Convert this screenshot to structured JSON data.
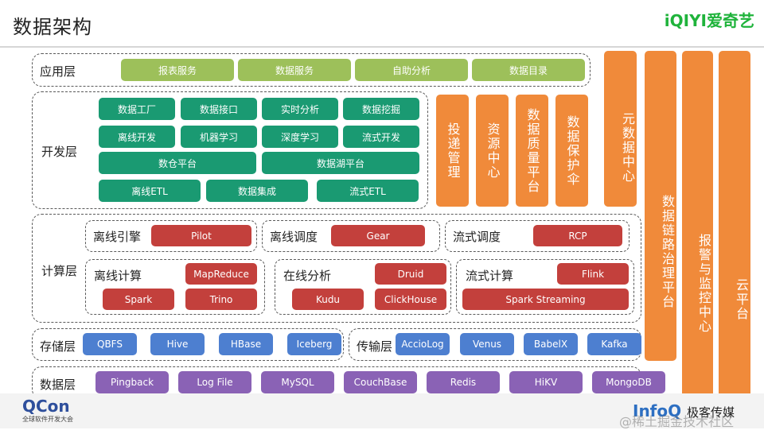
{
  "title": "数据架构",
  "logo": "iQIYI爱奇艺",
  "footer": {
    "qcon": "QCon",
    "qcon_sub": "全球软件开发大会",
    "infoq": "InfoQ",
    "jike": "极客传媒",
    "watermark": "@稀土掘金技术社区"
  },
  "layers": {
    "app": {
      "label": "应用层",
      "items": [
        "报表服务",
        "数据服务",
        "自助分析",
        "数据目录"
      ]
    },
    "dev": {
      "label": "开发层",
      "row1": [
        "数据工厂",
        "数据接口",
        "实时分析",
        "数据挖掘"
      ],
      "row2": [
        "离线开发",
        "机器学习",
        "深度学习",
        "流式开发"
      ],
      "row3": [
        "数仓平台",
        "数据湖平台"
      ],
      "row4": [
        "离线ETL",
        "数据集成",
        "流式ETL"
      ]
    },
    "compute": {
      "label": "计算层",
      "offline_engine": {
        "label": "离线引擎",
        "item": "Pilot"
      },
      "offline_schedule": {
        "label": "离线调度",
        "item": "Gear"
      },
      "stream_schedule": {
        "label": "流式调度",
        "item": "RCP"
      },
      "offline_compute": {
        "label": "离线计算",
        "items": [
          "MapReduce",
          "Spark",
          "Trino"
        ]
      },
      "online_analysis": {
        "label": "在线分析",
        "items": [
          "Druid",
          "Kudu",
          "ClickHouse"
        ]
      },
      "stream_compute": {
        "label": "流式计算",
        "items": [
          "Flink",
          "Spark Streaming"
        ]
      }
    },
    "storage": {
      "label": "存储层",
      "items": [
        "QBFS",
        "Hive",
        "HBase",
        "Iceberg"
      ]
    },
    "transport": {
      "label": "传输层",
      "items": [
        "AccioLog",
        "Venus",
        "BabelX",
        "Kafka"
      ]
    },
    "data": {
      "label": "数据层",
      "items": [
        "Pingback",
        "Log File",
        "MySQL",
        "CouchBase",
        "Redis",
        "HiKV",
        "MongoDB"
      ]
    }
  },
  "side_inner": [
    "投递管理",
    "资源中心",
    "数据质量平台",
    "数据保护伞"
  ],
  "side_outer": [
    "元数据中心",
    "数据链路治理平台",
    "报警与监控中心",
    "云平台"
  ]
}
